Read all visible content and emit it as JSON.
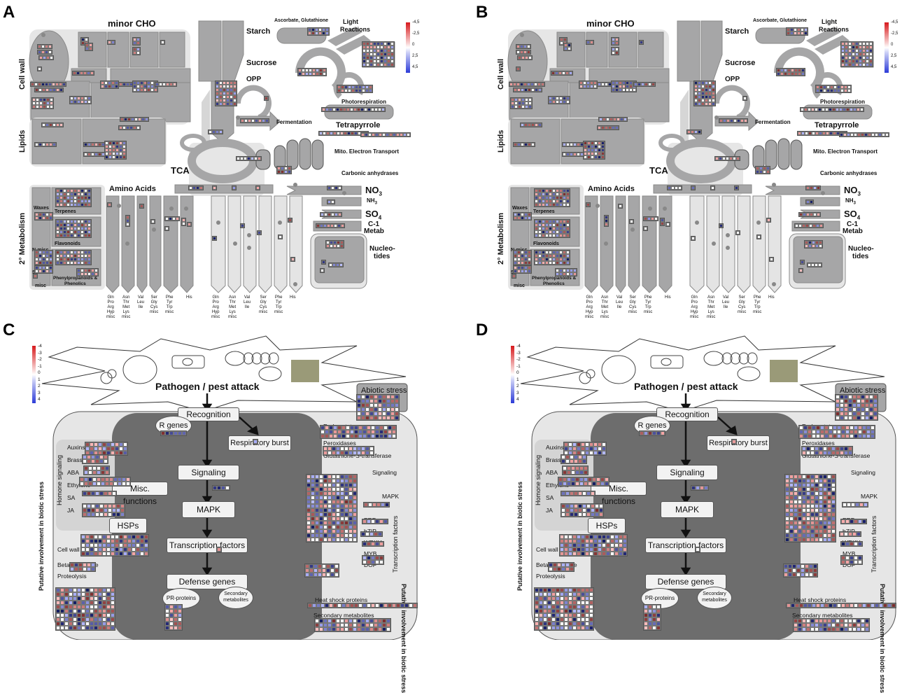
{
  "panels": {
    "A": "A",
    "B": "B",
    "C": "C",
    "D": "D"
  },
  "metabolism": {
    "minor_cho": "minor CHO",
    "starch": "Starch",
    "sucrose": "Sucrose",
    "asc_glut": "Ascorbate, Glutathione",
    "light_reactions_1": "Light",
    "light_reactions_2": "Reactions",
    "opp": "OPP",
    "photorespiration": "Photorespiration",
    "fermentation": "Fermentation",
    "tetrapyrrole": "Tetrapyrrole",
    "mito": "Mito. Electron Transport",
    "carbonic": "Carbonic anhydrases",
    "tca": "TCA",
    "cell_wall": "Cell wall",
    "lipids": "Lipids",
    "amino_acids": "Amino Acids",
    "no3": "NO",
    "no3_sub": "3",
    "nh3": "NH",
    "nh3_sub": "3",
    "so4": "SO",
    "so4_sub": "4",
    "c1_1": "C-1",
    "c1_2": "Metab",
    "nucleo_1": "Nucleo-",
    "nucleo_2": "tides",
    "secondary": "2° Metabolism",
    "waxes": "Waxes",
    "terpenes": "Terpenes",
    "flavonoids": "Flavonoids",
    "nmisc": "N-misc",
    "smisc": "S-misc",
    "misc": "misc",
    "phenyl_1": "Phenylpropanoids &",
    "phenyl_2": "Phenolics",
    "aa_cols": [
      [
        "Gln",
        "Pro",
        "Arg",
        "Hyp",
        "misc"
      ],
      [
        "Asn",
        "Thr",
        "Met",
        "Lys",
        "misc"
      ],
      [
        "Val",
        "Leu",
        "Ile"
      ],
      [
        "Ser",
        "Gly",
        "Cys",
        "misc"
      ],
      [
        "Phe",
        "Tyr",
        "Trp",
        "misc"
      ],
      [
        "His"
      ]
    ],
    "legend_ticks": [
      "-4,5",
      "-2,5",
      "0",
      "2,5",
      "4,5"
    ]
  },
  "stress": {
    "title": "Pathogen / pest attack",
    "abiotic": "Abiotic stress",
    "recognition": "Recognition",
    "r_genes": "R genes",
    "respiratory_burst": "Respiratory burst",
    "signaling": "Signaling",
    "misc_functions": "Misc. functions",
    "mapk": "MAPK",
    "hsps": "HSPs",
    "tf": "Transcription factors",
    "defense": "Defense genes",
    "pr": "PR-proteins",
    "secmet_1": "Secondary",
    "secmet_2": "metabolites",
    "left_items": [
      "Auxins",
      "Brassinost.",
      "ABA",
      "Ethylene",
      "SA",
      "JA"
    ],
    "hormone": "Homone signaling",
    "cell_wall": "Cell wall",
    "beta_glucanase": "Beta glucanase",
    "proteolysis": "Proteolysis",
    "redox": "Redox state",
    "peroxidases": "Peroxidases",
    "gst": "Glutathione-S-transferase",
    "r_signaling": "Signaling",
    "r_mapk": "MAPK",
    "tf_items": [
      "ERF",
      "bZIP",
      "WRKY",
      "MYB",
      "DOF"
    ],
    "tf_side": "Transcription factors",
    "hsp_right": "Heat shock proteins",
    "secmet_right": "Secondary metabolites",
    "putative": "Putative involvement in biotic stress",
    "legend_ticks": [
      "-4",
      "-3",
      "-2",
      "-1",
      "0",
      "1",
      "2",
      "3",
      "4"
    ]
  },
  "colors": {
    "red": "#d7191c",
    "blue": "#2c3bd8",
    "grey": "#a6a6a7",
    "dark": "#6d6d6d",
    "light": "#e6e6e6"
  }
}
